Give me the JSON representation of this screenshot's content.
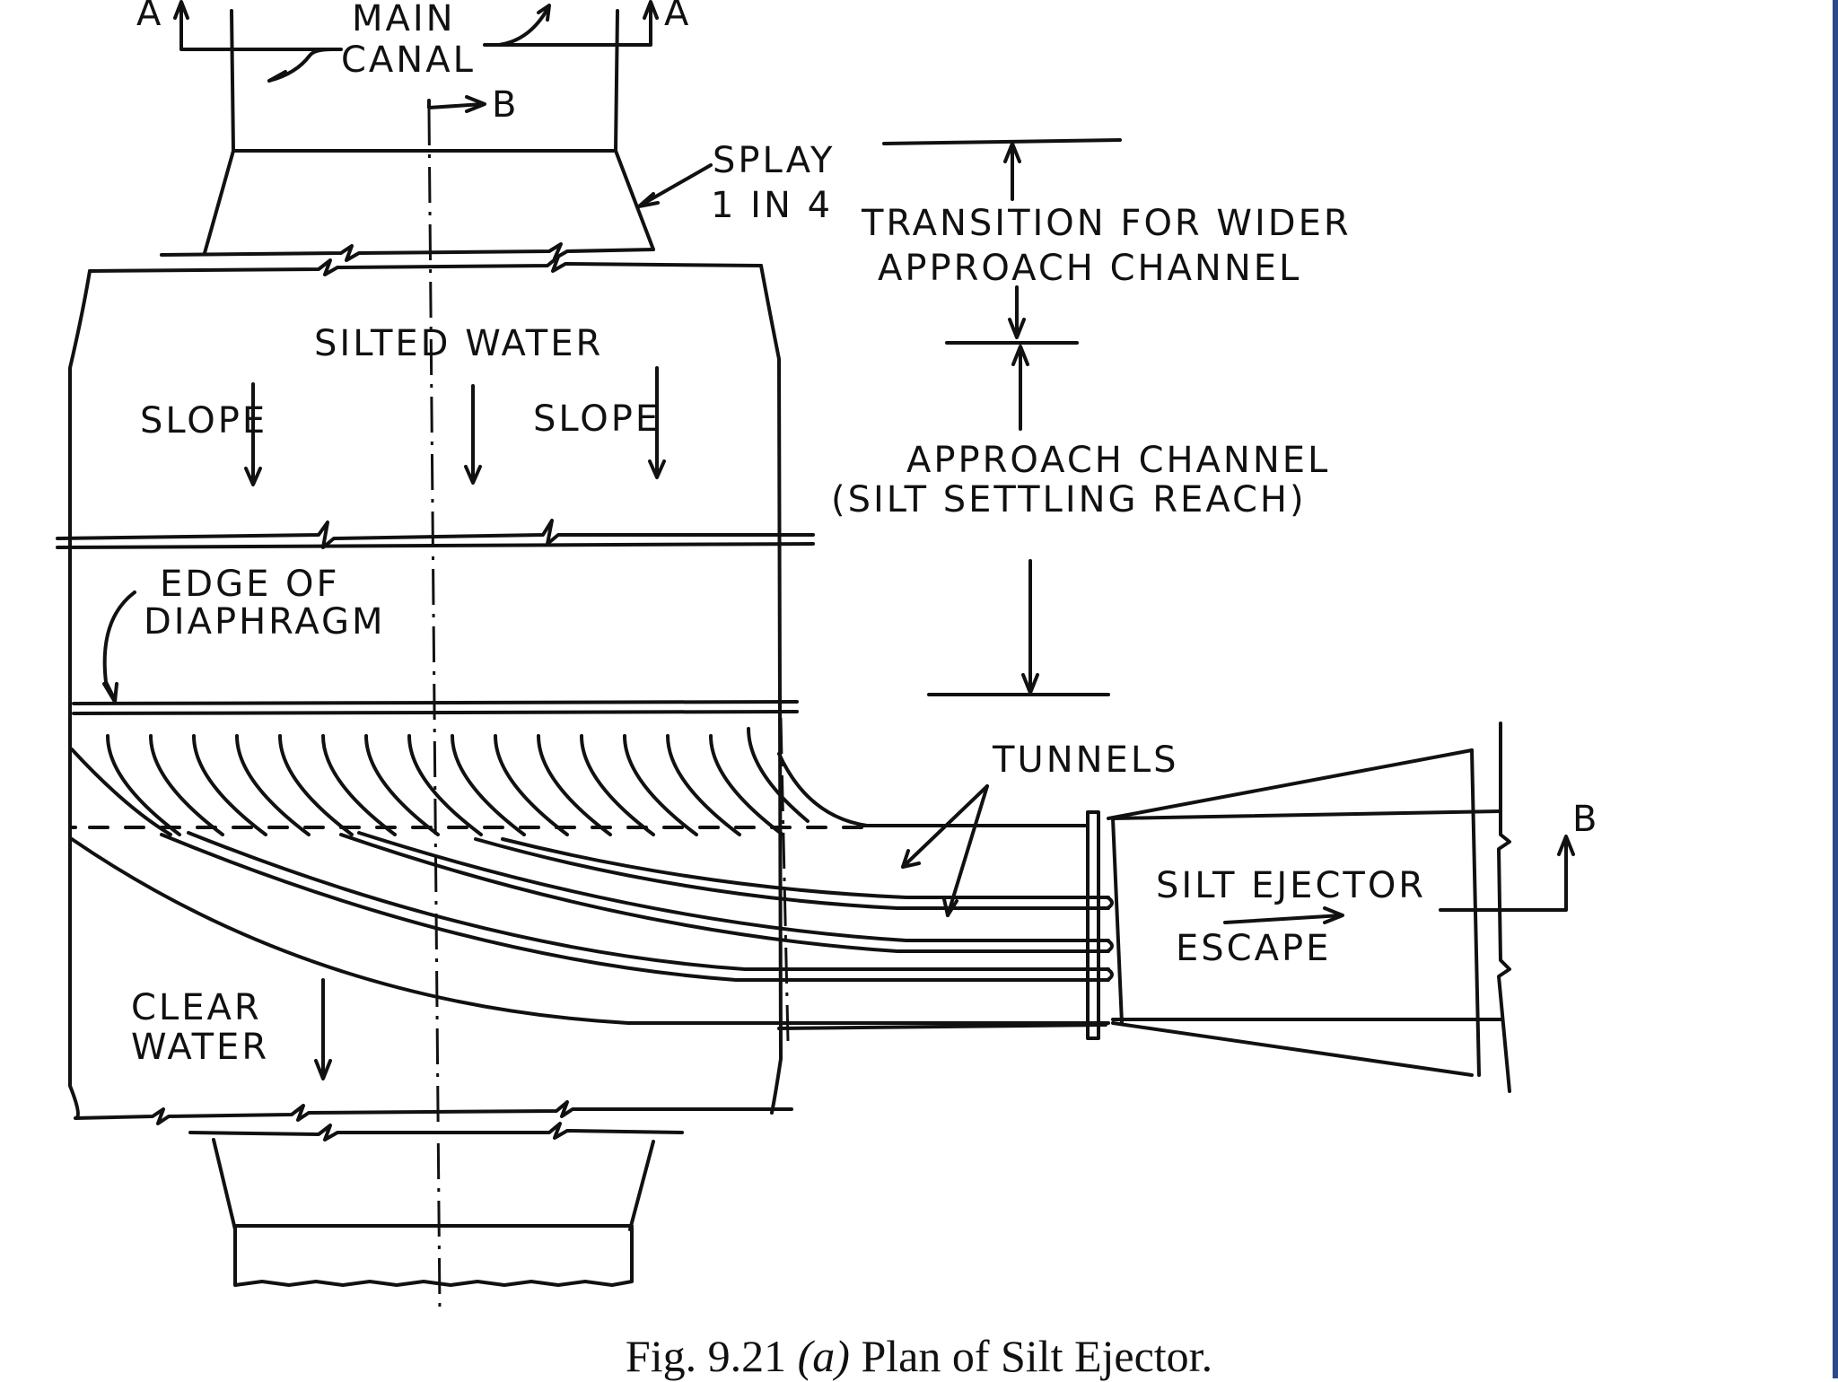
{
  "colors": {
    "ink": "#111111",
    "paper": "#ffffff",
    "edge": "#2a4a8a"
  },
  "labels": {
    "section_a_left": "A",
    "section_a_right": "A",
    "main_canal_1": "MAIN",
    "main_canal_2": "CANAL",
    "section_b_top": "B",
    "splay_1": "SPLAY",
    "splay_2": "1 IN 4",
    "transition_1": "TRANSITION FOR WIDER",
    "transition_2": "APPROACH CHANNEL",
    "silted_water": "SILTED WATER",
    "slope_left": "SLOPE",
    "slope_right": "SLOPE",
    "approach_1": "APPROACH CHANNEL",
    "approach_2": "(SILT SETTLING REACH)",
    "diaphragm_1": "EDGE OF",
    "diaphragm_2": "DIAPHRAGM",
    "tunnels": "TUNNELS",
    "section_b_right": "B",
    "ejector_1": "SILT EJECTOR",
    "ejector_2": "ESCAPE",
    "clear_1": "CLEAR",
    "clear_2": "WATER"
  },
  "caption": {
    "prefix": "Fig. 9.21 ",
    "letter": "(a)",
    "suffix": " Plan of Silt Ejector."
  }
}
